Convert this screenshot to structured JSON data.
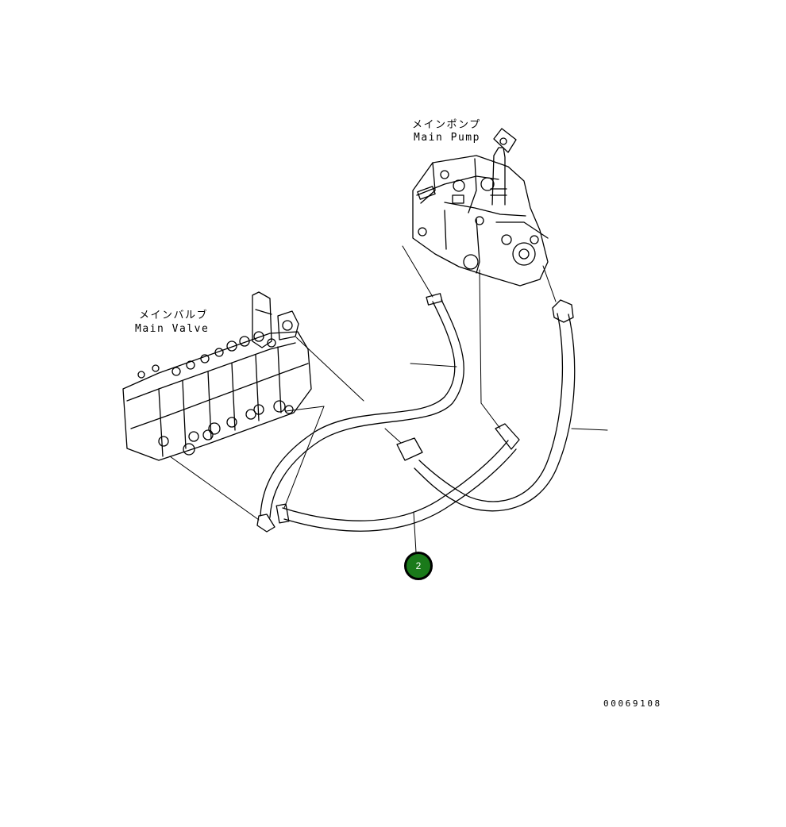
{
  "labels": {
    "main_pump_jp": "メインポンプ",
    "main_pump_en": "Main Pump",
    "main_valve_jp": "メインバルブ",
    "main_valve_en": "Main Valve"
  },
  "callouts": [
    {
      "number": "2",
      "color": "#1a7a1a"
    }
  ],
  "drawing_number": "00069108",
  "colors": {
    "line": "#000000",
    "background": "#ffffff",
    "callout_fill": "#1a7a1a"
  }
}
